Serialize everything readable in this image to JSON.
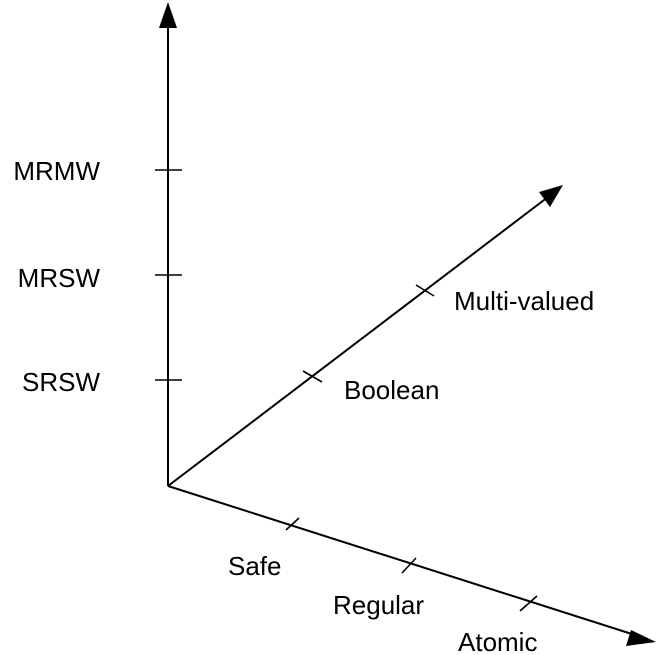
{
  "diagram": {
    "vertical_axis": {
      "labels": [
        "SRSW",
        "MRSW",
        "MRMW"
      ]
    },
    "diagonal_axis": {
      "labels": [
        "Boolean",
        "Multi-valued"
      ]
    },
    "horizontal_axis": {
      "labels": [
        "Safe",
        "Regular",
        "Atomic"
      ]
    }
  }
}
